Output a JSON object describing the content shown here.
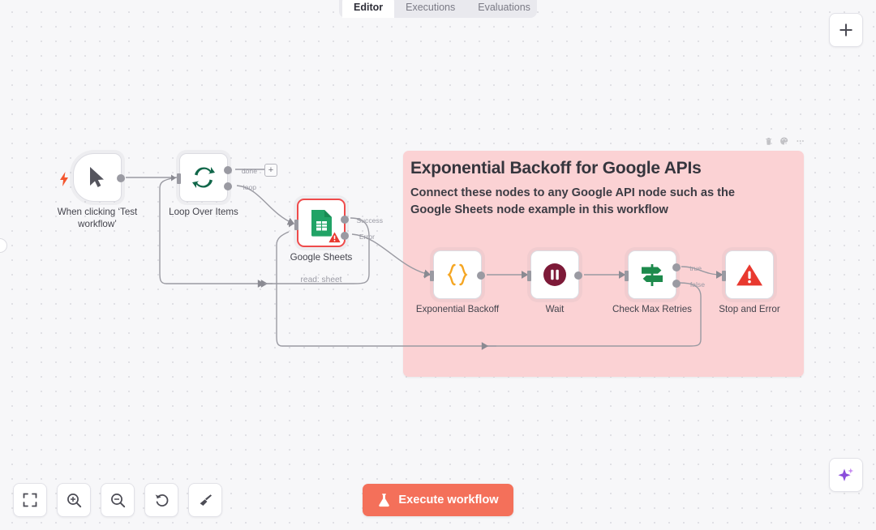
{
  "tabs": [
    {
      "label": "Editor",
      "active": true
    },
    {
      "label": "Executions",
      "active": false
    },
    {
      "label": "Evaluations",
      "active": false
    }
  ],
  "sticky_note": {
    "title": "Exponential Backoff for Google APIs",
    "body": "Connect these nodes to any Google API node such as the Google Sheets node example in this workflow",
    "background_color": "#fbd2d4",
    "tools": [
      "trash-icon",
      "palette-icon",
      "ellipsis-icon"
    ]
  },
  "nodes": {
    "trigger": {
      "label": "When clicking ‘Test workflow’",
      "icon": "cursor-pointer-icon",
      "badge": "lightning-bolt-icon"
    },
    "loop": {
      "label": "Loop Over Items",
      "icon": "loop-refresh-icon",
      "outputs": [
        {
          "name": "done"
        },
        {
          "name": "loop"
        }
      ],
      "add_button": "+"
    },
    "sheets": {
      "label": "Google Sheets",
      "subtitle": "read: sheet",
      "icon": "google-sheets-icon",
      "state": "error",
      "warning": "warning-triangle-icon",
      "outputs": [
        {
          "name": "Success"
        },
        {
          "name": "Error"
        }
      ]
    },
    "backoff": {
      "label": "Exponential Backoff",
      "icon": "code-braces-icon"
    },
    "wait": {
      "label": "Wait",
      "icon": "pause-circle-icon"
    },
    "check": {
      "label": "Check Max Retries",
      "icon": "signpost-switch-icon",
      "outputs": [
        {
          "name": "true"
        },
        {
          "name": "false"
        }
      ]
    },
    "stop": {
      "label": "Stop and Error",
      "icon": "error-triangle-icon"
    }
  },
  "controls": {
    "zoom_to_fit": "fit-view-icon",
    "zoom_in": "zoom-in-icon",
    "zoom_out": "zoom-out-icon",
    "reset_zoom": "reset-zoom-icon",
    "tidy_up": "broom-icon",
    "add_node": "plus-icon",
    "ai_assistant": "sparkle-icon"
  },
  "execute_button": {
    "label": "Execute workflow",
    "icon": "flask-icon",
    "color": "#f4705a"
  },
  "colors": {
    "canvas": "#f7f7f9",
    "sticky": "#fbd2d4",
    "accent": "#f4705a",
    "error": "#ef4b4b",
    "sheets_green": "#21a366",
    "loop_green": "#11674a"
  }
}
